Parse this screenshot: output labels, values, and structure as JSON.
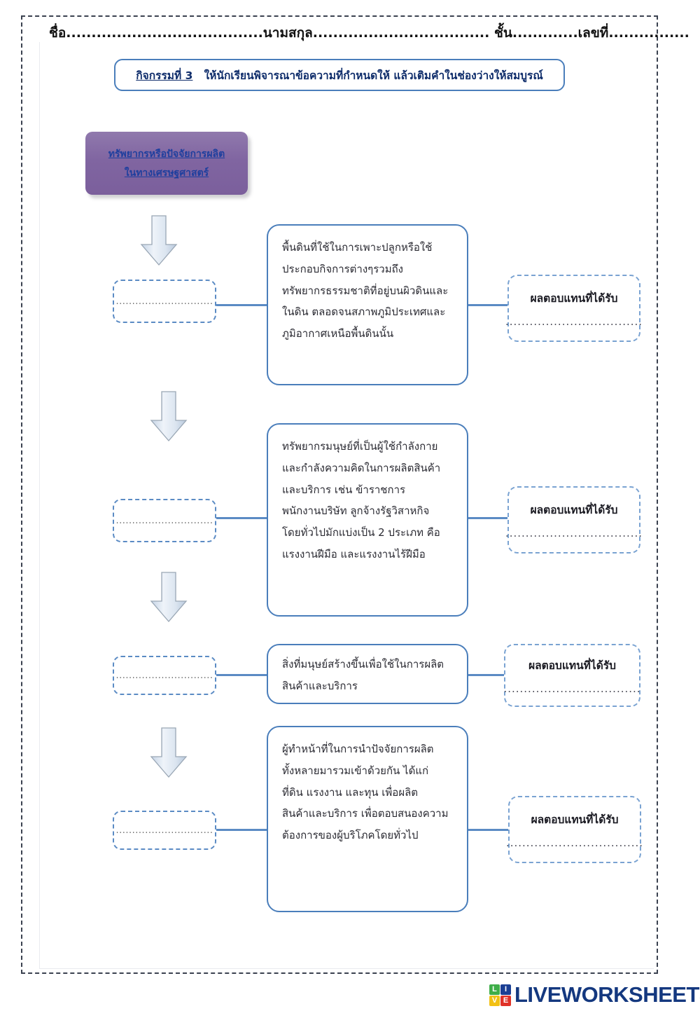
{
  "header": {
    "name_line": "ชื่อ.......................................นามสกุล................................... ชั้น.............เลขที่................",
    "activity_label": "กิจกรรมที่ 3",
    "activity_instruction": "ให้นักเรียนพิจารณาข้อความที่กำหนดให้  แล้วเติมคำในช่องว่างให้สมบูรณ์"
  },
  "title_box": {
    "line1": "ทรัพยากรหรือปัจจัยการผลิต",
    "line2": "ในทางเศรษฐศาสตร์",
    "background_color": "#8065a1",
    "text_color": "#1f3f9e"
  },
  "colors": {
    "box_border_blue": "#4a7ebb",
    "connector_blue": "#5b8bc4",
    "dashed_blue": "#7aa3d2",
    "frame_dark": "#3b4250"
  },
  "blank_placeholder": "..............................",
  "reward_label": "ผลตอบแทนที่ได้รับ",
  "reward_dots": "..................................",
  "rows": [
    {
      "answer_blank": "..............................",
      "lines": [
        "พื้นดินที่ใช้ในการเพาะปลูกหรือใช้",
        "ประกอบกิจการต่างๆรวมถึง",
        "ทรัพยากรธรรมชาติที่อยู่บนผิวดินและ",
        "ในดิน  ตลอดจนสภาพภูมิประเทศและ",
        "ภูมิอากาศเหนือพื้นดินนั้น"
      ],
      "reward_label": "ผลตอบแทนที่ได้รับ",
      "reward_dots": ".................................."
    },
    {
      "answer_blank": "..............................",
      "lines": [
        "ทรัพยากรมนุษย์ที่เป็นผู้ใช้กำลังกาย",
        "และกำลังความคิดในการผลิตสินค้า",
        "และบริการ  เช่น  ข้าราชการ",
        "พนักงานบริษัท  ลูกจ้างรัฐวิสาหกิจ",
        "โดยทั่วไปมักแบ่งเป็น  2  ประเภท  คือ",
        "แรงงานฝีมือ  และแรงงานไร้ฝีมือ"
      ],
      "reward_label": "ผลตอบแทนที่ได้รับ",
      "reward_dots": ".................................."
    },
    {
      "answer_blank": "..............................",
      "lines": [
        "สิ่งที่มนุษย์สร้างขึ้นเพื่อใช้ในการผลิต",
        "สินค้าและบริการ"
      ],
      "reward_label": "ผลตอบแทนที่ได้รับ",
      "reward_dots": ".................................."
    },
    {
      "answer_blank": "..............................",
      "lines": [
        "ผู้ทำหน้าที่ในการนำปัจจัยการผลิต",
        "ทั้งหลายมารวมเข้าด้วยกัน  ได้แก่",
        "ที่ดิน  แรงงาน  และทุน  เพื่อผลิต",
        "สินค้าและบริการ  เพื่อตอบสนองความ",
        "ต้องการของผู้บริโภคโดยทั่วไป"
      ],
      "reward_label": "ผลตอบแทนที่ได้รับ",
      "reward_dots": ".................................."
    }
  ],
  "footer": {
    "logo_cells": [
      "LI",
      "VE"
    ],
    "logo_letters": [
      "L",
      "I",
      "V",
      "E"
    ],
    "brand": "LIVEWORKSHEETS"
  }
}
